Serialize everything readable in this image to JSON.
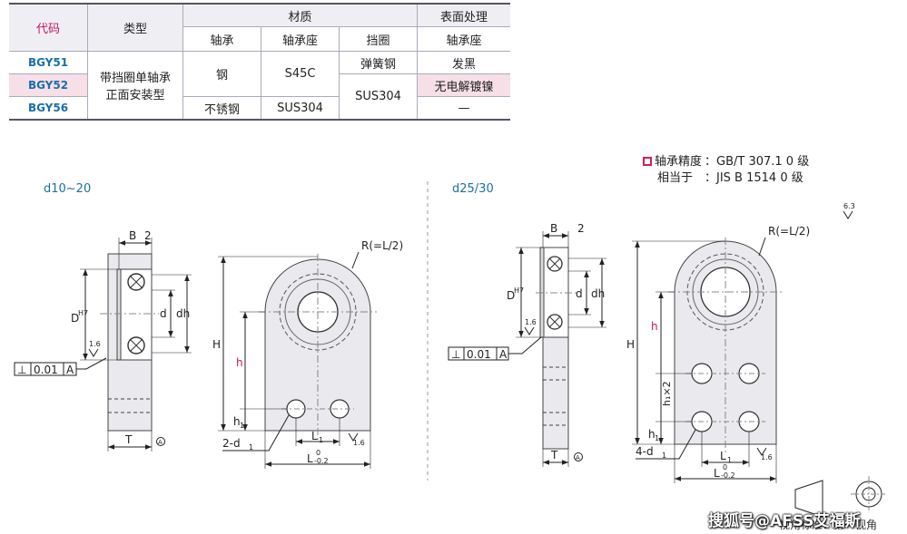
{
  "table": {
    "h_code": "代码",
    "h_type": "类型",
    "h_material": "材质",
    "h_surface": "表面处理",
    "sub_bearing": "轴承",
    "sub_seat": "轴承座",
    "sub_ring": "挡圈",
    "sub_surface_seat": "轴承座",
    "codes": [
      "BGY51",
      "BGY52",
      "BGY56"
    ],
    "type_line1": "带挡圈单轴承",
    "type_line2": "正面安装型",
    "bearing_steel": "钢",
    "bearing_stainless": "不锈钢",
    "seat_s45c": "S45C",
    "seat_sus304": "SUS304",
    "ring_spring": "弹簧钢",
    "ring_sus304": "SUS304",
    "surf_black": "发黑",
    "surf_nickel": "无电解镀镍",
    "surf_none": "—"
  },
  "accuracy": {
    "k1": "轴承精度",
    "v1": "：GB/T 307.1  0  级",
    "k2": "相当于",
    "v2": "：JIS  B 1514  0  级"
  },
  "left_view": {
    "title": "d10~20",
    "B": "B",
    "two": "2",
    "D": "D",
    "H7": "H7",
    "d": "d",
    "dh": "dh",
    "rough16": "1.6",
    "perp": "⊥",
    "tol": "0.01",
    "A": "A",
    "T": "T",
    "circA": "A"
  },
  "left_front": {
    "R": "R(=L/2)",
    "H": "H",
    "h": "h",
    "h1": "h",
    "sub1": "1",
    "holes": "2-d",
    "L1": "L",
    "L": "L",
    "tolsup": "0",
    "tolsub": "-0.2",
    "rough16": "1.6"
  },
  "right_view": {
    "title": "d25/30",
    "B": "B",
    "two": "2",
    "D": "D",
    "H7": "H7",
    "d": "d",
    "dh": "dh",
    "rough16": "1.6",
    "perp": "⊥",
    "tol": "0.01",
    "A": "A",
    "T": "T",
    "circA": "A"
  },
  "right_front": {
    "R": "R(=L/2)",
    "H": "H",
    "h": "h",
    "h1x2": "h₁×2",
    "h1": "h",
    "sub1": "1",
    "holes": "4-d",
    "L1": "L",
    "L": "L",
    "tolsup": "0",
    "tolsub": "-0.2",
    "rough16": "1.6"
  },
  "rough_top": "6.3",
  "projection": "视角标准：第一视角",
  "watermark": "搜狐号@AFSS艾福斯"
}
